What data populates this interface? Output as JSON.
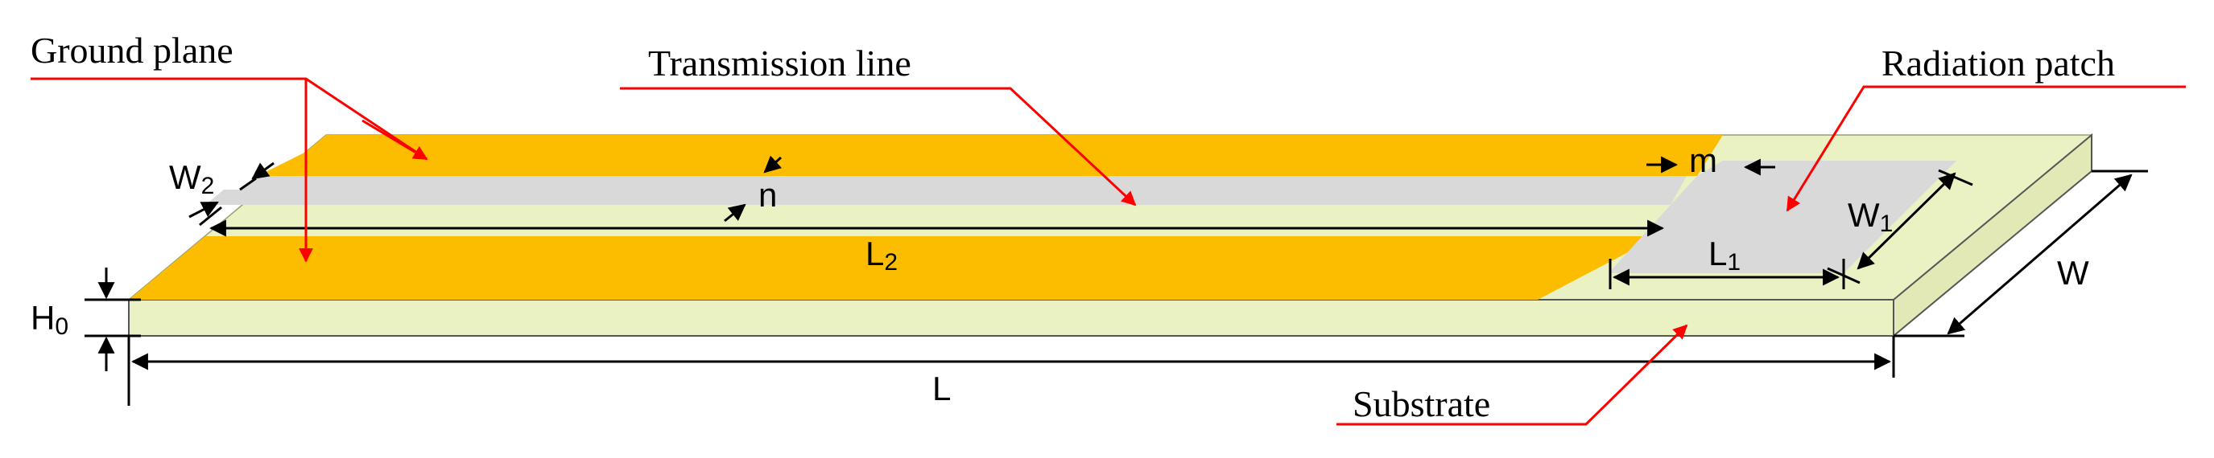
{
  "labels": {
    "ground_plane": "Ground plane",
    "transmission_line": "Transmission line",
    "radiation_patch": "Radiation patch",
    "substrate": "Substrate"
  },
  "dimensions": {
    "w2": {
      "main": "W",
      "sub": "2"
    },
    "n": "n",
    "m": "m",
    "l2": {
      "main": "L",
      "sub": "2"
    },
    "w1": {
      "main": "W",
      "sub": "1"
    },
    "l1": {
      "main": "L",
      "sub": "1"
    },
    "w": "W",
    "h0": {
      "main": "H",
      "sub": "0"
    },
    "l": "L"
  },
  "colors": {
    "ground": "#fcbd00",
    "substrate": "#eaf1c2",
    "metal": "#d9d9d9",
    "callout_line": "#ff0000",
    "dimension_line": "#000000"
  }
}
